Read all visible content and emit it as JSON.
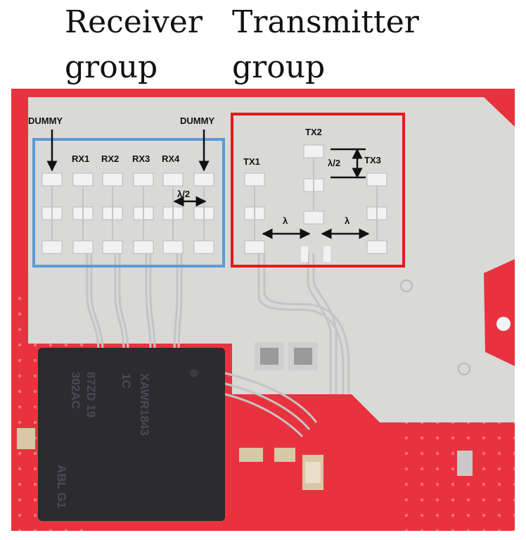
{
  "captions": {
    "receiver": [
      "Receiver",
      "group"
    ],
    "transmitter": [
      "Transmitter",
      "group"
    ]
  },
  "labels": {
    "dummy_left": "DUMMY",
    "dummy_right": "DUMMY",
    "rx": [
      "RX1",
      "RX2",
      "RX3",
      "RX4"
    ],
    "tx": [
      "TX1",
      "TX2",
      "TX3"
    ],
    "half_lambda_rx": "λ/2",
    "half_lambda_tx": "λ/2",
    "lambda_left": "λ",
    "lambda_right": "λ"
  },
  "chip_text": [
    "XAWR1843",
    "1C",
    "87ZD 19",
    "302AC",
    "ABL G1"
  ],
  "colors": {
    "pcb_red": "#e8333f",
    "antenna_panel": "#d9d9d7",
    "receiver_box": "#5b9bd5",
    "transmitter_box": "#e21b1b",
    "chip": "#2b2b30",
    "pad": "#f2f2f2"
  }
}
